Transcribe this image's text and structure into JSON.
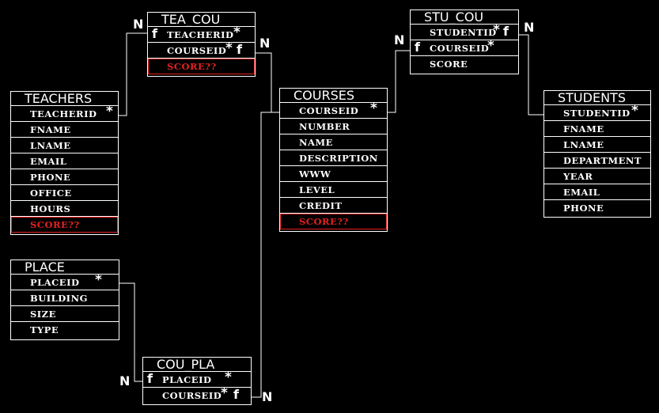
{
  "colors": {
    "background": "#000000",
    "line": "#ffffff",
    "highlight": "#e62020"
  },
  "tables": {
    "tea_cou": {
      "title": "TEA_COU",
      "rows": [
        "TEACHERID",
        "COURSEID",
        "SCORE??"
      ]
    },
    "stu_cou": {
      "title": "STU_COU",
      "rows": [
        "STUDENTID",
        "COURSEID",
        "SCORE"
      ]
    },
    "teachers": {
      "title": "TEACHERS",
      "rows": [
        "TEACHERID",
        "FNAME",
        "LNAME",
        "EMAIL",
        "PHONE",
        "OFFICE",
        "HOURS",
        "SCORE??"
      ]
    },
    "courses": {
      "title": "COURSES",
      "rows": [
        "COURSEID",
        "NUMBER",
        "NAME",
        "DESCRIPTION",
        "WWW",
        "LEVEL",
        "CREDIT",
        "SCORE??"
      ]
    },
    "students": {
      "title": "STUDENTS",
      "rows": [
        "STUDENTID",
        "FNAME",
        "LNAME",
        "DEPARTMENT",
        "YEAR",
        "EMAIL",
        "PHONE"
      ]
    },
    "place": {
      "title": "PLACE",
      "rows": [
        "PLACEID",
        "BUILDING",
        "SIZE",
        "TYPE"
      ]
    },
    "cou_pla": {
      "title": "COU_PLA",
      "rows": [
        "PLACEID",
        "COURSEID"
      ]
    }
  },
  "markers": {
    "key": "*",
    "foreign": "f",
    "many": "N"
  }
}
